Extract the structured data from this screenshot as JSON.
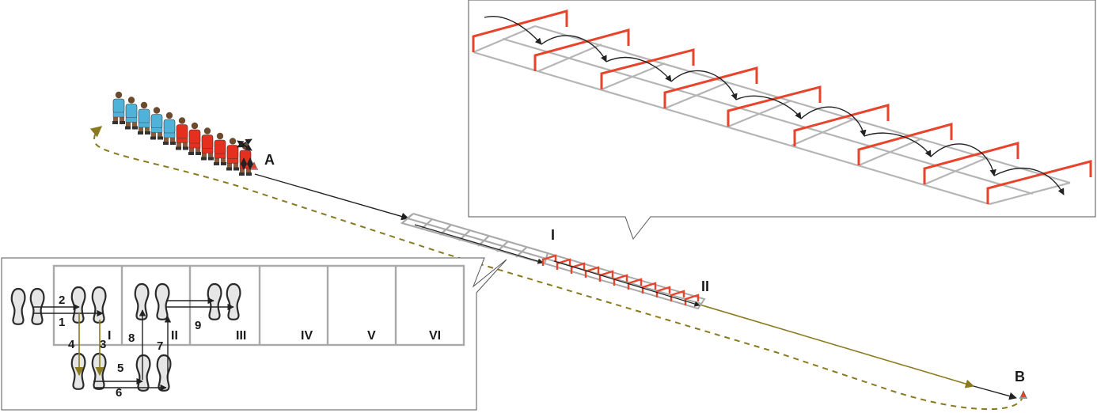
{
  "points": {
    "start": "A",
    "end": "B"
  },
  "ladder_sections": {
    "first": "I",
    "second": "II"
  },
  "columns": [
    "I",
    "II",
    "III",
    "IV",
    "V",
    "VI"
  ],
  "steps": [
    "1",
    "2",
    "3",
    "4",
    "5",
    "6",
    "7",
    "8",
    "9"
  ],
  "colors": {
    "hurdle": "#e8442c",
    "ladder": "#a9a9a9",
    "path": "#222222",
    "return_path": "#8a7a1e",
    "player_blue": "#4fb3d9",
    "player_red": "#e5301f"
  }
}
